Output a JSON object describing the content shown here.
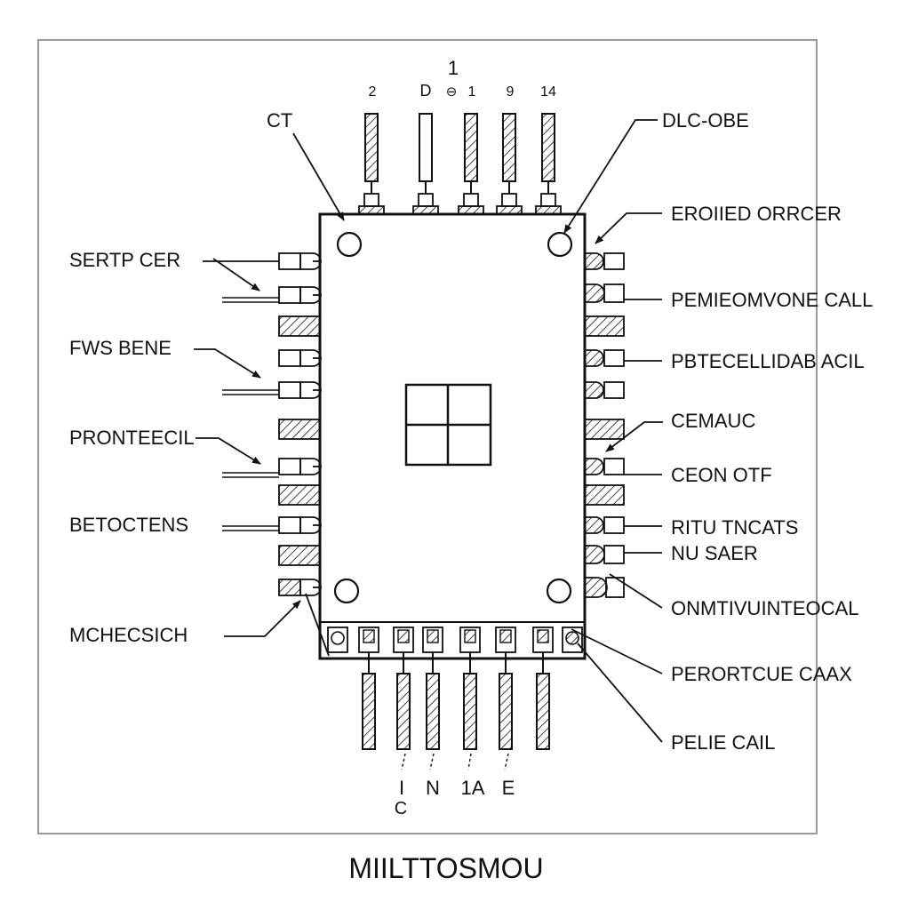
{
  "title": "MIILTTOSMOU",
  "colors": {
    "ink": "#111111",
    "frame": "#9a9a9a",
    "background": "#ffffff"
  },
  "top_pin_labels": [
    "2",
    "D",
    "1",
    "9",
    "14"
  ],
  "top_marker": {
    "number": "1",
    "glyph": "⊖"
  },
  "bottom_pin_labels": [
    "I",
    "N",
    "1A",
    "E"
  ],
  "bottom_extra_label": "C",
  "left_labels": [
    "SERTP CER",
    "FWS BENE",
    "PRONTEECIL",
    "BETOCTENS",
    "MCHECSICH"
  ],
  "right_labels": [
    "ERОIIED ORRCER",
    "PEMIEOMVONE CALL",
    "PBTECELLIDAB ACIL",
    "CEMAUC",
    "CEON OTF",
    "RITU TNCATS",
    "NU SAER",
    "ONMTIVUINTEOCAL",
    "PERORTCUE CAAX",
    "PELIE CAIL"
  ],
  "top_callouts": [
    "CT",
    "DLC-OBE"
  ]
}
